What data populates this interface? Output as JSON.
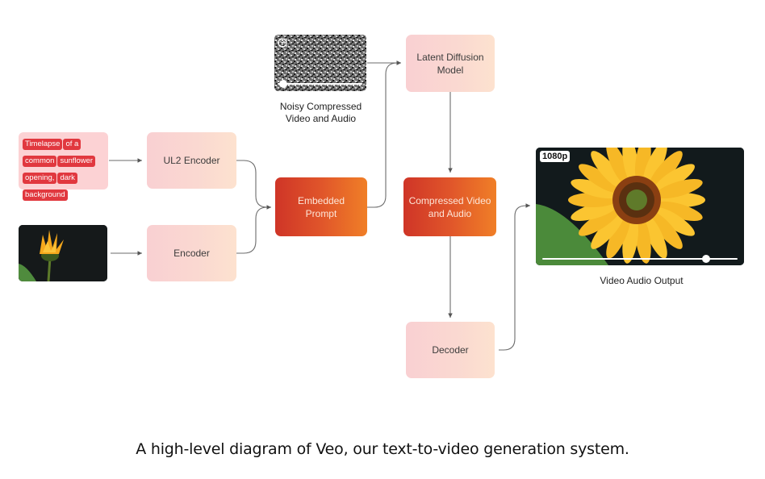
{
  "diagram": {
    "title": "Veo text-to-video generation system",
    "prompt_words": [
      "Timelapse",
      "of a",
      "common",
      "sunflower",
      "opening,",
      "dark",
      "background"
    ],
    "input_image_alt": "sunflower bud on dark background",
    "noisy_input": {
      "label": "Noisy Compressed\nVideo and Audio",
      "icon": "cube-icon",
      "progress": 0.07
    },
    "nodes": {
      "ul2_encoder": "UL2 Encoder",
      "encoder": "Encoder",
      "embedded_prompt": "Embedded\nPrompt",
      "latent_diffusion": "Latent Diffusion\nModel",
      "compressed_video": "Compressed Video\nand Audio",
      "decoder": "Decoder"
    },
    "output": {
      "label": "Video Audio Output",
      "resolution_badge": "1080p",
      "progress": 0.84
    },
    "edges": [
      {
        "from": "prompt_text",
        "to": "ul2_encoder"
      },
      {
        "from": "input_image",
        "to": "encoder"
      },
      {
        "from": "ul2_encoder",
        "to": "embedded_prompt"
      },
      {
        "from": "encoder",
        "to": "embedded_prompt"
      },
      {
        "from": "embedded_prompt",
        "to": "latent_diffusion"
      },
      {
        "from": "noisy_input",
        "to": "latent_diffusion"
      },
      {
        "from": "latent_diffusion",
        "to": "compressed_video"
      },
      {
        "from": "compressed_video",
        "to": "decoder"
      },
      {
        "from": "decoder",
        "to": "output_video"
      }
    ],
    "colors": {
      "chip": "#e1383f",
      "dark_node_start": "#cf3527",
      "dark_node_end": "#f07f27",
      "light_node_start": "#f9d0d2",
      "light_node_end": "#fde2cf",
      "connector": "#666666"
    }
  },
  "caption": "A high-level diagram of Veo, our text-to-video generation system."
}
